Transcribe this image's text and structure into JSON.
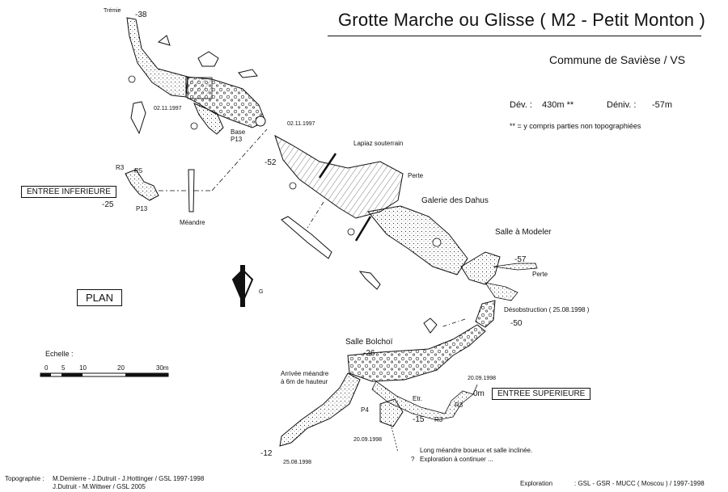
{
  "header": {
    "title": "Grotte Marche ou Glisse ( M2 - Petit Monton )",
    "commune": "Commune de Savièse / VS"
  },
  "stats": {
    "dev_label": "Dév. :",
    "dev_value": "430m **",
    "deniv_label": "Déniv. :",
    "deniv_value": "-57m",
    "footnote": "** = y compris parties non topographiées"
  },
  "labels": {
    "tremie": "Trémie",
    "depth_38": "-38",
    "date_1": "02.11.1997",
    "date_2": "02.11.1997",
    "base_p13": "Base",
    "base_p13_b": "P13",
    "depth_52": "-52",
    "lapiaz": "Lapiaz souterrain",
    "perte_1": "Perte",
    "galerie": "Galerie des Dahus",
    "r3_top": "R3",
    "r5": "R5",
    "entree_inf": "ENTREE INFERIEURE",
    "depth_25": "-25",
    "p13": "P13",
    "meandre": "Méandre",
    "salle_modeler": "Salle à Modeler",
    "depth_57": "-57",
    "perte_2": "Perte",
    "desobstruction": "Désobstruction ( 25.08.1998 )",
    "depth_50": "-50",
    "plan": "PLAN",
    "north_g": "G",
    "salle_bolchoi": "Salle Bolchoï",
    "depth_26": "-26",
    "arrivee_1": "Arrivée méandre",
    "arrivee_2": "à 6m de hauteur",
    "date_3": "20.09.1998",
    "zero_m": "0m",
    "entree_sup": "ENTREE SUPERIEURE",
    "etr": "Etr.",
    "r3_bottom_1": "R3",
    "r3_bottom_2": "R3",
    "depth_15": "-15",
    "p4": "P4",
    "date_4": "20.09.1998",
    "long_1": "Long méandre boueux et salle inclinée.",
    "long_2": "Exploration à continuer ...",
    "question": "?",
    "depth_12": "-12",
    "date_5": "25.08.1998"
  },
  "scale": {
    "title": "Echelle :",
    "ticks": [
      "0",
      "5",
      "10",
      "20",
      "30m"
    ]
  },
  "credits": {
    "topo_label": "Topographie :",
    "topo_line1": "M.Demierre - J.Dutruit - J.Hottinger  /  GSL 1997-1998",
    "topo_line2": "J.Dutruit - M.Wittwer  /  GSL 2005",
    "explo_label": "Exploration",
    "explo_text": ":   GSL - GSR - MUCC ( Moscou )  /  1997-1998"
  }
}
